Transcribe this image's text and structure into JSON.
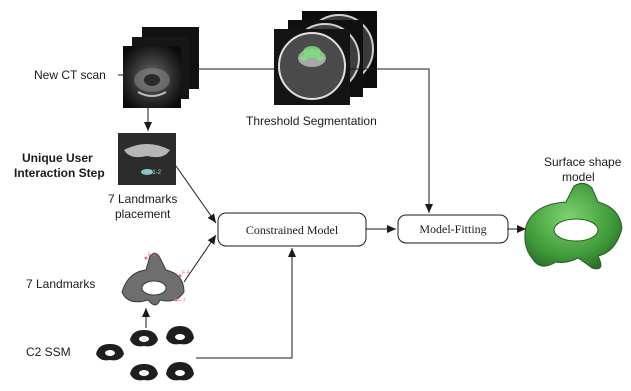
{
  "labels": {
    "new_ct_scan": "New CT scan",
    "threshold_segmentation": "Threshold Segmentation",
    "unique_user_line1": "Unique User",
    "unique_user_line2": "Interaction Step",
    "landmarks_placement_line1": "7 Landmarks",
    "landmarks_placement_line2": "placement",
    "seven_landmarks": "7 Landmarks",
    "c2_ssm": "C2 SSM",
    "surface_shape_line1": "Surface shape",
    "surface_shape_line2": "model",
    "slice_marker": "P01-2"
  },
  "boxes": {
    "constrained_model": "Constrained Model",
    "model_fitting": "Model-Fitting"
  },
  "landmark_tags": [
    "F-1",
    "F-4",
    "F-7"
  ],
  "colors": {
    "ink": "#1a1a1a",
    "segmentation_green": "#7be07b",
    "bone_gray": "#6e6e6e",
    "surface_green": "#3f9a3a",
    "landmark_pink": "#e56a9a"
  }
}
